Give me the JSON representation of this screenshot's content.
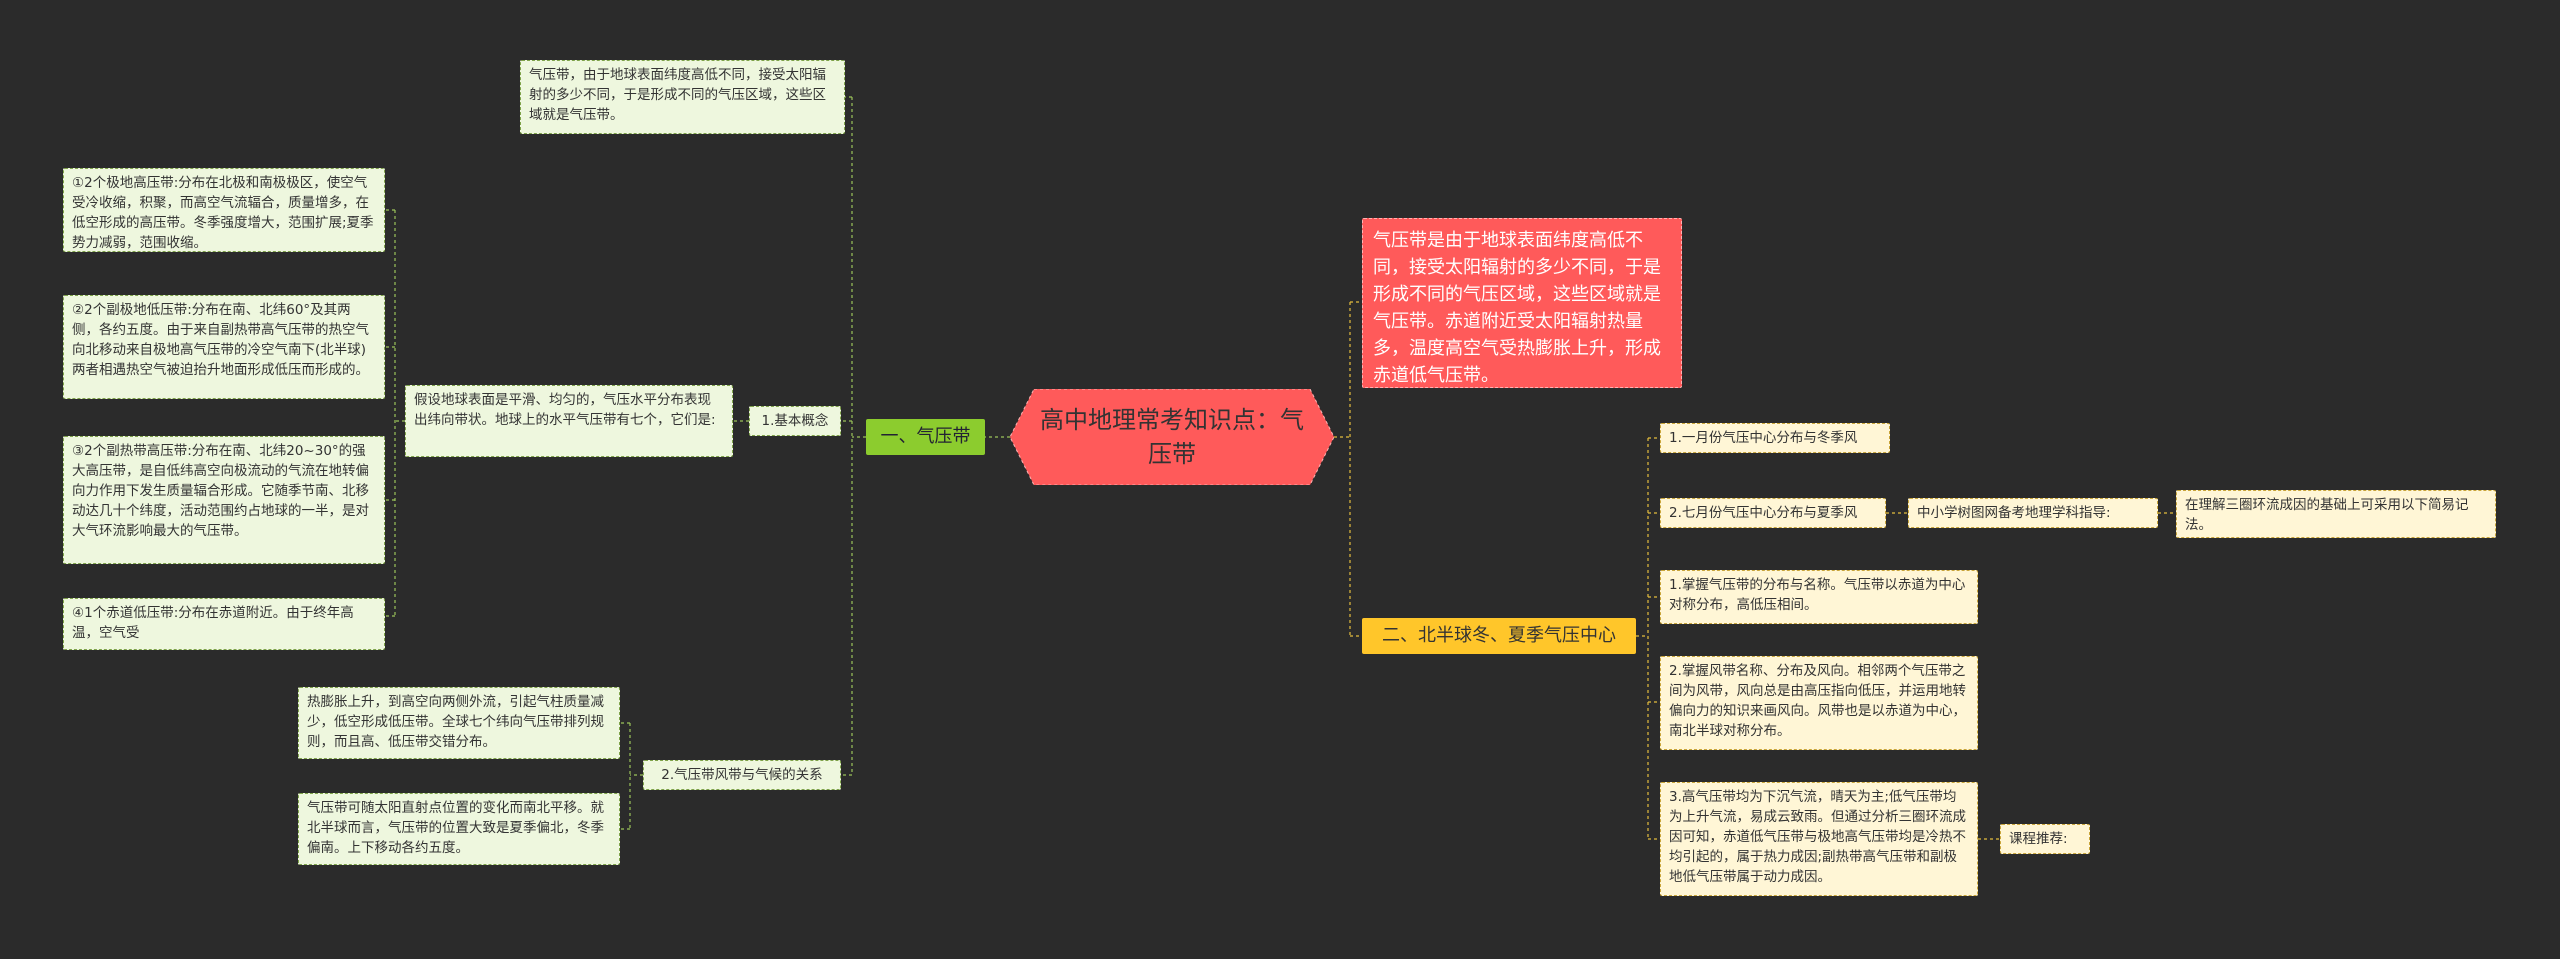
{
  "root": {
    "title": "高中地理常考知识点：气压带"
  },
  "left_branch": {
    "title": "一、气压带",
    "sub1": {
      "label": "1.基本概念",
      "top_note": "气压带，由于地球表面纬度高低不同，接受太阳辐射的多少不同，于是形成不同的气压区域，这些区域就是气压带。",
      "summary": "假设地球表面是平滑、均匀的，气压水平分布表现出纬向带状。地球上的水平气压带有七个，它们是:",
      "items": [
        "①2个极地高压带:分布在北极和南极极区，使空气受冷收缩，积聚，而高空气流辐合，质量增多，在低空形成的高压带。冬季强度增大，范围扩展;夏季势力减弱，范围收缩。",
        "②2个副极地低压带:分布在南、北纬60°及其两侧，各约五度。由于来自副热带高气压带的热空气向北移动来自极地高气压带的冷空气南下(北半球)两者相遇热空气被迫抬升地面形成低压而形成的。",
        "③2个副热带高压带:分布在南、北纬20~30°的强大高压带，是自低纬高空向极流动的气流在地转偏向力作用下发生质量辐合形成。它随季节南、北移动达几十个纬度，活动范围约占地球的一半，是对大气环流影响最大的气压带。",
        "④1个赤道低压带:分布在赤道附近。由于终年高温，空气受"
      ]
    },
    "sub2": {
      "label": "2.气压带风带与气候的关系",
      "items": [
        "热膨胀上升，到高空向两侧外流，引起气柱质量减少，低空形成低压带。全球七个纬向气压带排列规则，而且高、低压带交错分布。",
        "气压带可随太阳直射点位置的变化而南北平移。就北半球而言，气压带的位置大致是夏季偏北，冬季偏南。上下移动各约五度。"
      ]
    }
  },
  "right_top": {
    "text": "气压带是由于地球表面纬度高低不同，接受太阳辐射的多少不同，于是形成不同的气压区域，这些区域就是气压带。赤道附近受太阳辐射热量多，温度高空气受热膨胀上升，形成赤道低气压带。"
  },
  "right_branch": {
    "title": "二、北半球冬、夏季气压中心",
    "items": [
      {
        "text": "1.一月份气压中心分布与冬季风"
      },
      {
        "text": "2.七月份气压中心分布与夏季风",
        "child": {
          "text": "中小学树图网备考地理学科指导:",
          "child": {
            "text": "在理解三圈环流成因的基础上可采用以下简易记法。"
          }
        }
      },
      {
        "text": "1.掌握气压带的分布与名称。气压带以赤道为中心对称分布，高低压相间。"
      },
      {
        "text": "2.掌握风带名称、分布及风向。相邻两个气压带之间为风带，风向总是由高压指向低压，并运用地转 偏向力的知识来画风向。风带也是以赤道为中心，南北半球对称分布。"
      },
      {
        "text": "3.高气压带均为下沉气流，晴天为主;低气压带均为上升气流，易成云致雨。但通过分析三圈环流成因可知，赤道低气压带与极地高气压带均是冷热不均引起的，属于热力成因;副热带高气压带和副极地低气压带属于动力成因。",
        "child": {
          "text": "课程推荐:"
        }
      }
    ]
  },
  "colors": {
    "background": "#2b2b2b",
    "root": "#ff5a5a",
    "left_branch": "#8ccc2e",
    "right_branch": "#ffc62a",
    "left_line": "#9bc45a",
    "right_line": "#e3bd3e"
  }
}
